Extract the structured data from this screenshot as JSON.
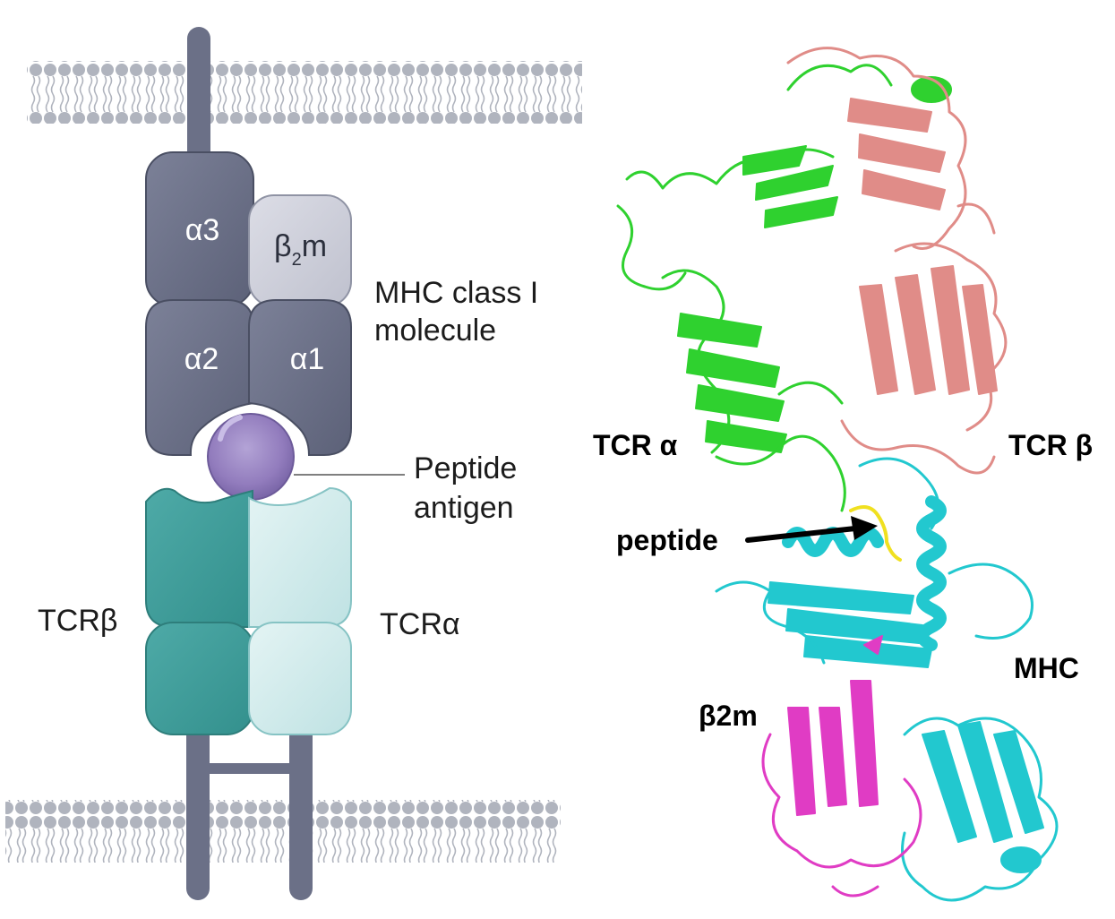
{
  "schematic": {
    "domains": {
      "alpha3": "α3",
      "beta2m_main": "β",
      "beta2m_sub": "2",
      "beta2m_tail": "m",
      "alpha2": "α2",
      "alpha1": "α1"
    },
    "mhc_label_line1": "MHC class I",
    "mhc_label_line2": "molecule",
    "peptide_label_line1": "Peptide",
    "peptide_label_line2": "antigen",
    "tcr_beta_label": "TCRβ",
    "tcr_alpha_label": "TCRα"
  },
  "structure": {
    "tcr_alpha_label": "TCR α",
    "tcr_beta_label": "TCR β",
    "peptide_label": "peptide",
    "mhc_label": "MHC",
    "b2m_label": "β2m"
  },
  "colors": {
    "membrane": "#a9adb7",
    "mhc_heavy": "#6b7087",
    "b2m": "#c8cad6",
    "tcr_beta_schem": "#3f9b98",
    "tcr_alpha_schem": "#c9e9ea",
    "peptide_sphere": "#9b86c2",
    "ribbon_green": "#2fd12f",
    "ribbon_salmon": "#e08c88",
    "ribbon_cyan": "#22c8cf",
    "ribbon_magenta": "#e03cc4",
    "ribbon_yellow": "#f0e020"
  }
}
